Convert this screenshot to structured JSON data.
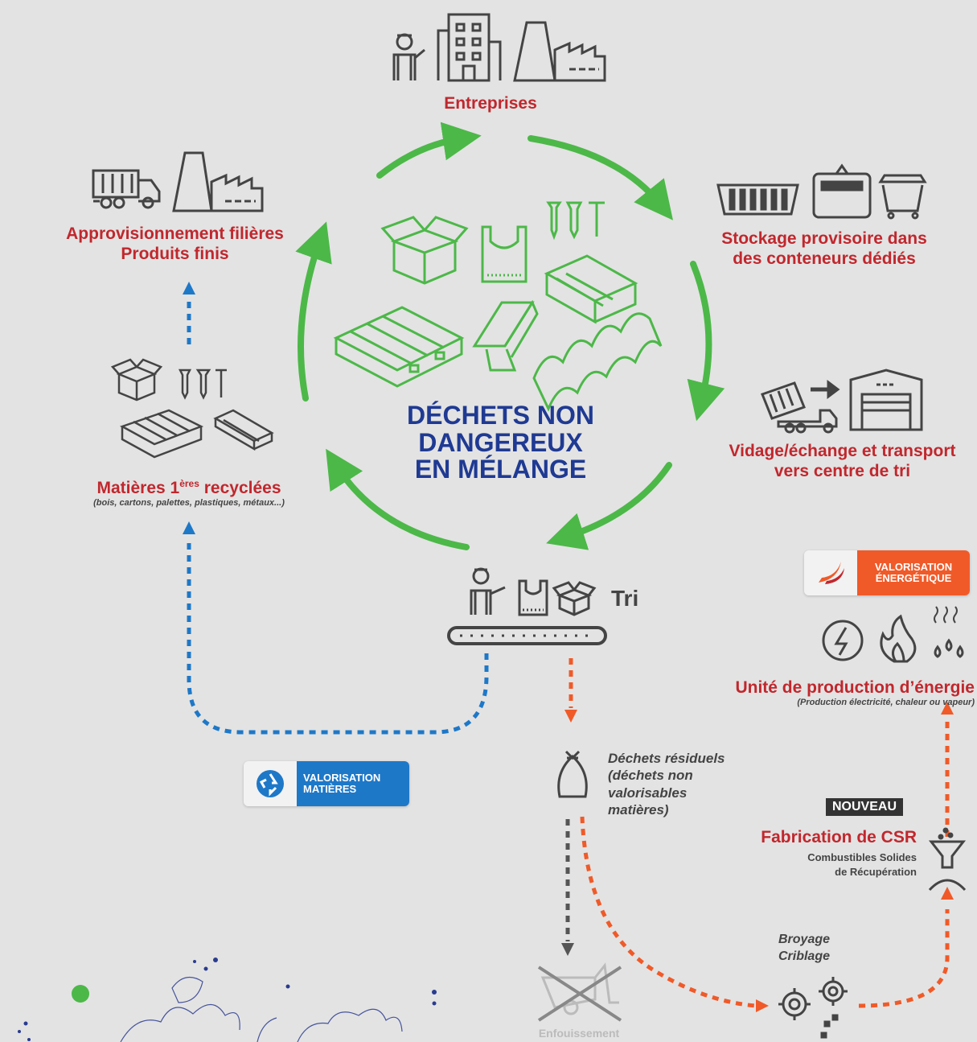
{
  "center": {
    "line1": "DÉCHETS NON",
    "line2": "DANGEREUX",
    "line3": "EN MÉLANGE"
  },
  "nodes": {
    "entreprises": "Entreprises",
    "stockage_l1": "Stockage provisoire dans",
    "stockage_l2": "des conteneurs dédiés",
    "vidage_l1": "Vidage/échange et transport",
    "vidage_l2": "vers centre de tri",
    "appro_l1": "Approvisionnement filières",
    "appro_l2": "Produits finis",
    "matieres_main": "Matières 1",
    "matieres_sup": "ères",
    "matieres_end": " recyclées",
    "matieres_sub": "(bois, cartons, palettes, plastiques, métaux...)",
    "tri": "Tri",
    "residuels_l1": "Déchets résiduels",
    "residuels_l2": "(déchets non",
    "residuels_l3": "valorisables",
    "residuels_l4": "matières)",
    "enfouissement": "Enfouissement",
    "broyage_l1": "Broyage",
    "broyage_l2": "Criblage",
    "nouveau": "NOUVEAU",
    "csr_title": "Fabrication de CSR",
    "csr_sub1": "Combustibles Solides",
    "csr_sub2": "de Récupération",
    "energie_title": "Unité de production d’énergie",
    "energie_sub": "(Production électricité, chaleur ou vapeur)"
  },
  "badges": {
    "matieres_l1": "VALORISATION",
    "matieres_l2": "MATIÈRES",
    "energie_l1": "VALORISATION",
    "energie_l2": "ÉNERGÉTIQUE"
  },
  "colors": {
    "green": "#4cb848",
    "blue": "#1e78c8",
    "orange": "#f05a28",
    "red": "#c1272d",
    "navy": "#1f3a93",
    "gray": "#4a4a4a"
  },
  "icons": [
    "worker-icon",
    "office-building-icon",
    "factory-icon",
    "truck-icon",
    "container-icon",
    "bin-icon",
    "dump-truck-icon",
    "warehouse-icon",
    "box-icon",
    "bag-icon",
    "screws-icon",
    "pallet-icon",
    "wood-icon",
    "beam-icon",
    "roof-sheet-icon",
    "conveyor-icon",
    "trash-bag-icon",
    "landfill-icon",
    "gears-icon",
    "funnel-icon",
    "lightning-icon",
    "flame-icon",
    "steam-icon",
    "recycle-icon"
  ]
}
